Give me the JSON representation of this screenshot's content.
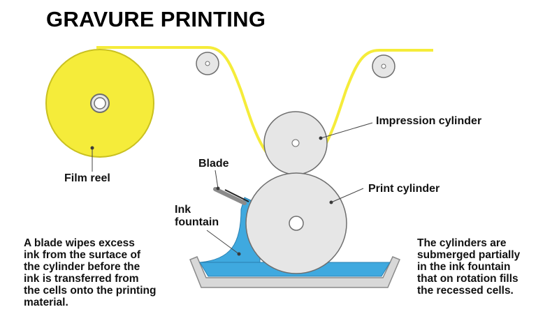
{
  "title": "GRAVURE PRINTING",
  "labels": {
    "film_reel": "Film reel",
    "blade": "Blade",
    "ink_fountain": "Ink\nfountain",
    "impression_cylinder": "Impression cylinder",
    "print_cylinder": "Print cylinder"
  },
  "notes": {
    "left": "A blade wipes excess\nink from the surtace of\nthe cylinder before the\nink is transferred from\nthe cells onto the printing\nmaterial.",
    "right": "The cylinders are\nsubmerged partially\nin the ink fountain\nthat on rotation fills\nthe recessed cells."
  },
  "colors": {
    "film": "#f5ec3a",
    "film_stroke": "#c9c020",
    "ink": "#3fa9df",
    "cylinder": "#e6e6e6",
    "cylinder_stroke": "#6e6e6e",
    "tray": "#d8d8d8"
  }
}
